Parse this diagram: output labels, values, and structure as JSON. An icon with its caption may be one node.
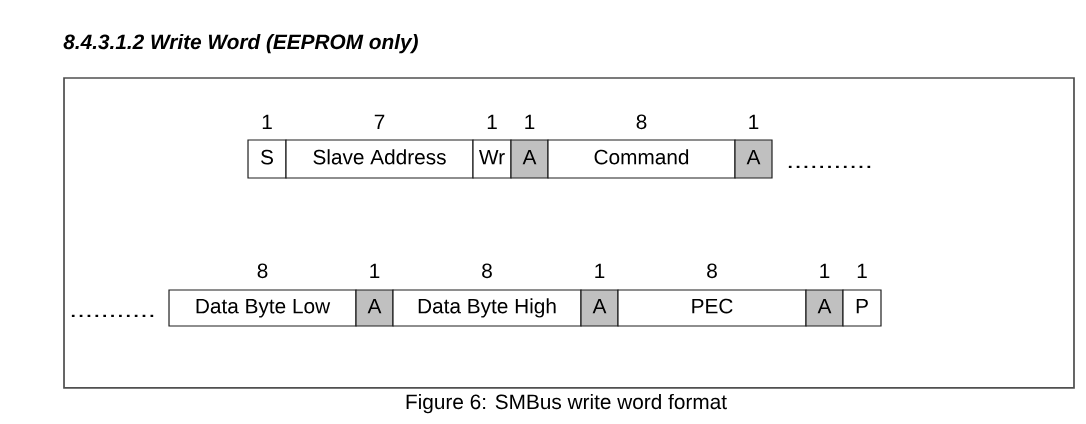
{
  "diagram": {
    "title": "8.4.3.1.2 Write Word (EEPROM only)",
    "caption": "Figure 6: SMBus write word format",
    "nodes": [
      {
        "text": [
          "S"
        ],
        "beside": [
          "1"
        ]
      },
      {
        "text": [
          "Slave Address"
        ],
        "beside": [
          "7"
        ]
      },
      {
        "text": [
          "Wr"
        ],
        "beside": [
          "1"
        ]
      },
      {
        "text": [
          "A"
        ],
        "beside": [
          "1"
        ]
      },
      {
        "text": [
          "Command"
        ],
        "beside": [
          "8"
        ]
      },
      {
        "text": [
          "A"
        ],
        "beside": [
          "1"
        ]
      },
      {
        "text": [
          "Data Byte Low"
        ],
        "beside": [
          "8"
        ]
      },
      {
        "text": [
          "A"
        ],
        "beside": [
          "1"
        ]
      },
      {
        "text": [
          "Data Byte High"
        ],
        "beside": [
          "8"
        ]
      },
      {
        "text": [
          "A"
        ],
        "beside": [
          "1"
        ]
      },
      {
        "text": [
          "PEC"
        ],
        "beside": [
          "8"
        ]
      },
      {
        "text": [
          "A"
        ],
        "beside": [
          "1"
        ]
      },
      {
        "text": [
          "P"
        ],
        "beside": [
          "1"
        ]
      }
    ],
    "labels": [
      "...........",
      "..........."
    ]
  }
}
